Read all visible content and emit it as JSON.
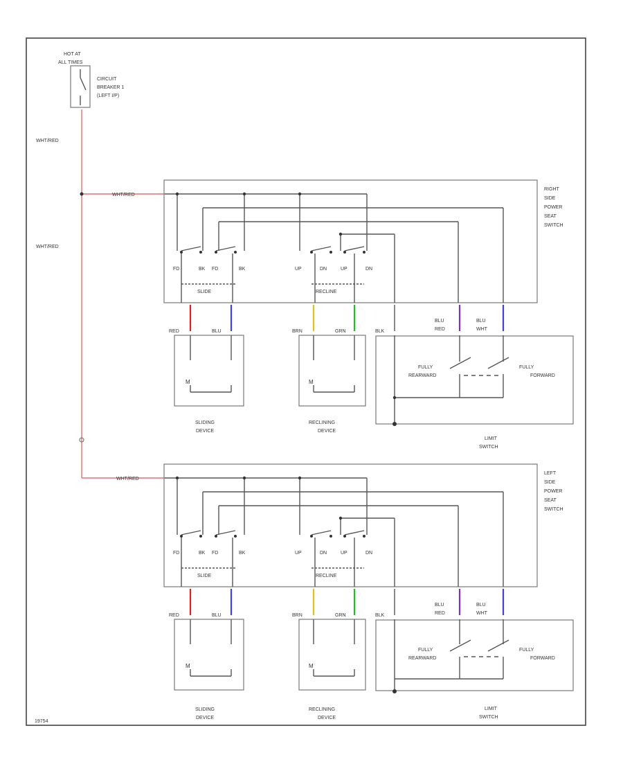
{
  "fuse": {
    "line1": "HOT AT",
    "line2": "ALL TIMES",
    "cb_line1": "CIRCUIT",
    "cb_line2": "BREAKER 1",
    "cb_line3": "(LEFT I/P)"
  },
  "feed_labels": {
    "upper": "WHT/RED",
    "lower": "WHT/RED"
  },
  "right": {
    "wire_label": "WHT/RED",
    "switch_title": [
      "RIGHT",
      "SIDE",
      "POWER",
      "SEAT",
      "SWITCH"
    ],
    "terminals_slide": [
      "FD",
      "BK",
      "FD",
      "BK"
    ],
    "terminals_recline": [
      "UP",
      "DN",
      "UP",
      "DN"
    ],
    "slide_label": "SLIDE",
    "recline_label": "RECLINE",
    "wires": [
      "RED",
      "BLU",
      "BRN",
      "GRN",
      "BLK"
    ],
    "limit_wires": [
      [
        "BLU",
        "RED"
      ],
      [
        "BLU",
        "WHT"
      ]
    ],
    "sliding_device": [
      "SLIDING",
      "DEVICE"
    ],
    "reclining_device": [
      "RECLINING",
      "DEVICE"
    ],
    "limit_switch": [
      "LIMIT",
      "SWITCH"
    ],
    "full_rearward": [
      "FULLY",
      "REARWARD"
    ],
    "full_forward": [
      "FULLY",
      "FORWARD"
    ]
  },
  "left": {
    "wire_label": "WHT/RED",
    "switch_title": [
      "LEFT",
      "SIDE",
      "POWER",
      "SEAT",
      "SWITCH"
    ],
    "terminals_slide": [
      "FD",
      "BK",
      "FD",
      "BK"
    ],
    "terminals_recline": [
      "UP",
      "DN",
      "UP",
      "DN"
    ],
    "slide_label": "SLIDE",
    "recline_label": "RECLINE",
    "wires": [
      "RED",
      "BLU",
      "BRN",
      "GRN",
      "BLK"
    ],
    "limit_wires": [
      [
        "BLU",
        "RED"
      ],
      [
        "BLU",
        "WHT"
      ]
    ],
    "sliding_device": [
      "SLIDING",
      "DEVICE"
    ],
    "reclining_device": [
      "RECLINING",
      "DEVICE"
    ],
    "limit_switch": [
      "LIMIT",
      "SWITCH"
    ],
    "full_rearward": [
      "FULLY",
      "REARWARD"
    ],
    "full_forward": [
      "FULLY",
      "FORWARD"
    ]
  },
  "colors": {
    "feed": "#e07070",
    "red": "#e02020",
    "blue": "#4040e0",
    "yellow": "#e0c020",
    "green": "#20c020",
    "purple": "#8030c0"
  },
  "footer_id": "19754"
}
